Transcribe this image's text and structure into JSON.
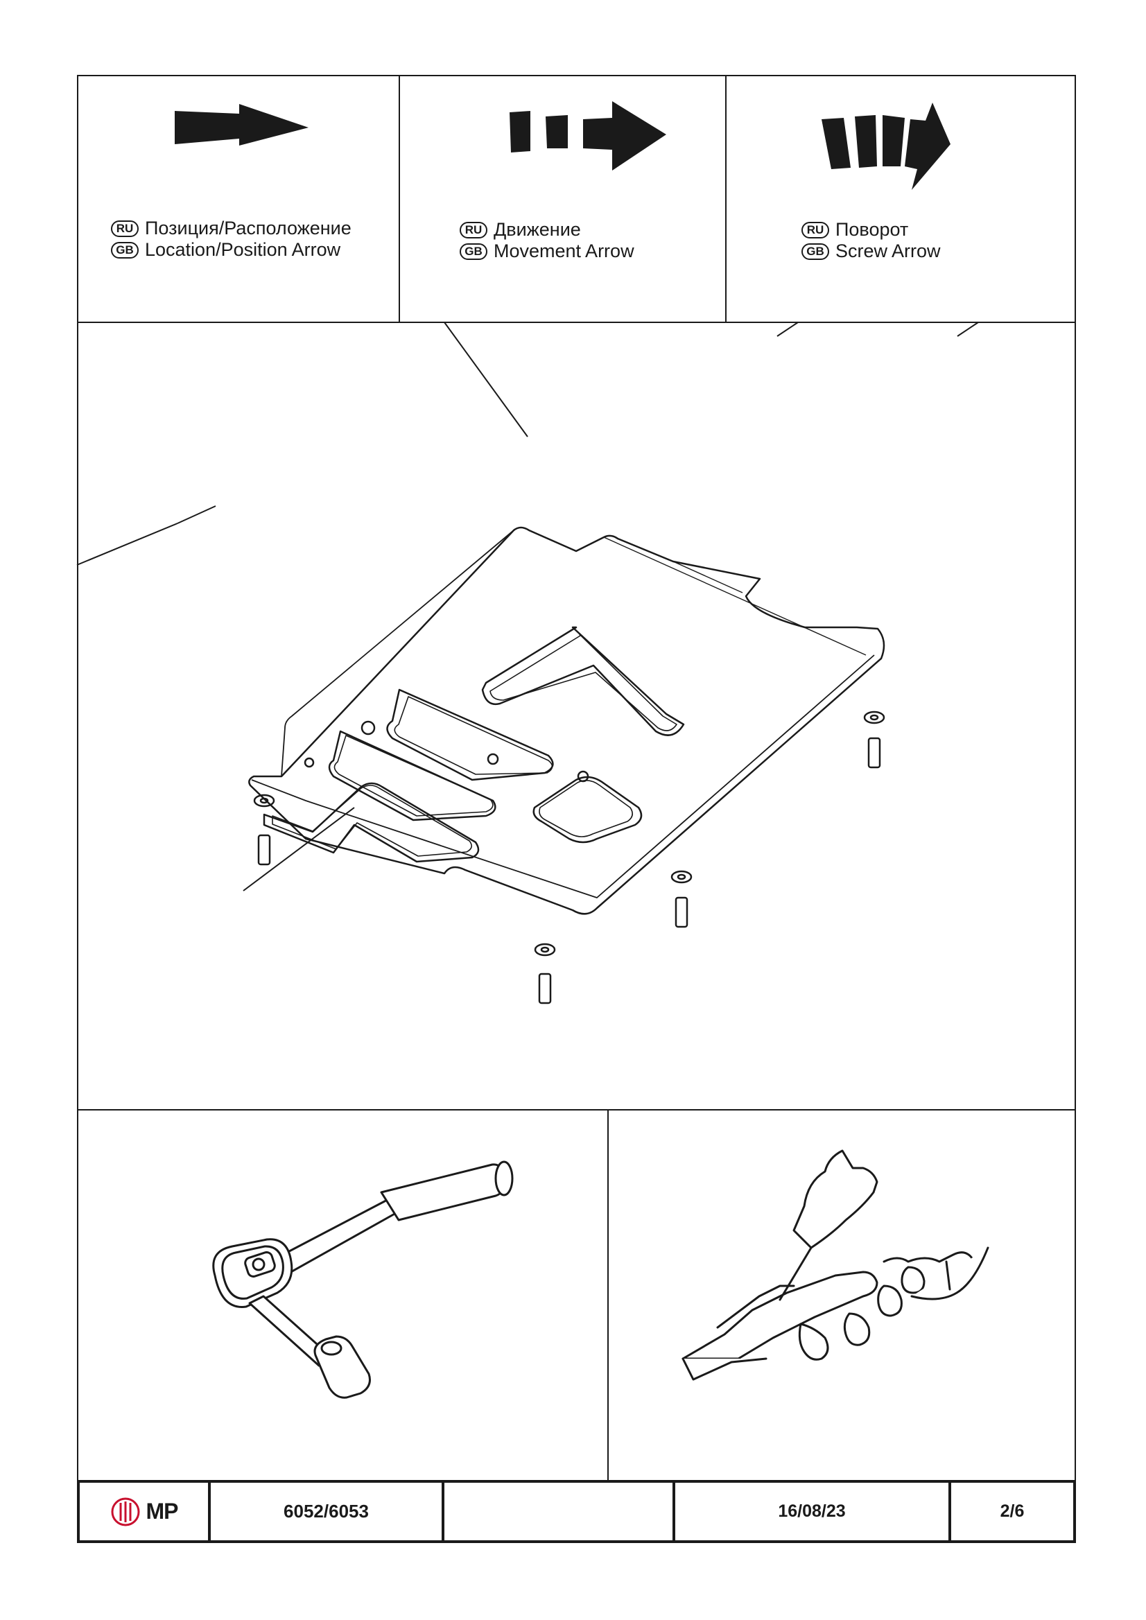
{
  "legend": [
    {
      "ru_code": "RU",
      "ru_text": "Позиция/Расположение",
      "gb_code": "GB",
      "gb_text": "Location/Position Arrow",
      "icon": "location-arrow-icon"
    },
    {
      "ru_code": "RU",
      "ru_text": "Движение",
      "gb_code": "GB",
      "gb_text": "Movement Arrow",
      "icon": "movement-arrow-icon"
    },
    {
      "ru_code": "RU",
      "ru_text": "Поворот",
      "gb_code": "GB",
      "gb_text": "Screw Arrow",
      "icon": "screw-arrow-icon"
    }
  ],
  "tools": [
    "ratchet-wrench-icon",
    "side-cutters-icon"
  ],
  "footer": {
    "logo_text": "MP",
    "part_number": "6052/6053",
    "blank": "",
    "date": "16/08/23",
    "page": "2/6"
  },
  "colors": {
    "line": "#1a1a1a",
    "logo_red": "#c8102e"
  }
}
